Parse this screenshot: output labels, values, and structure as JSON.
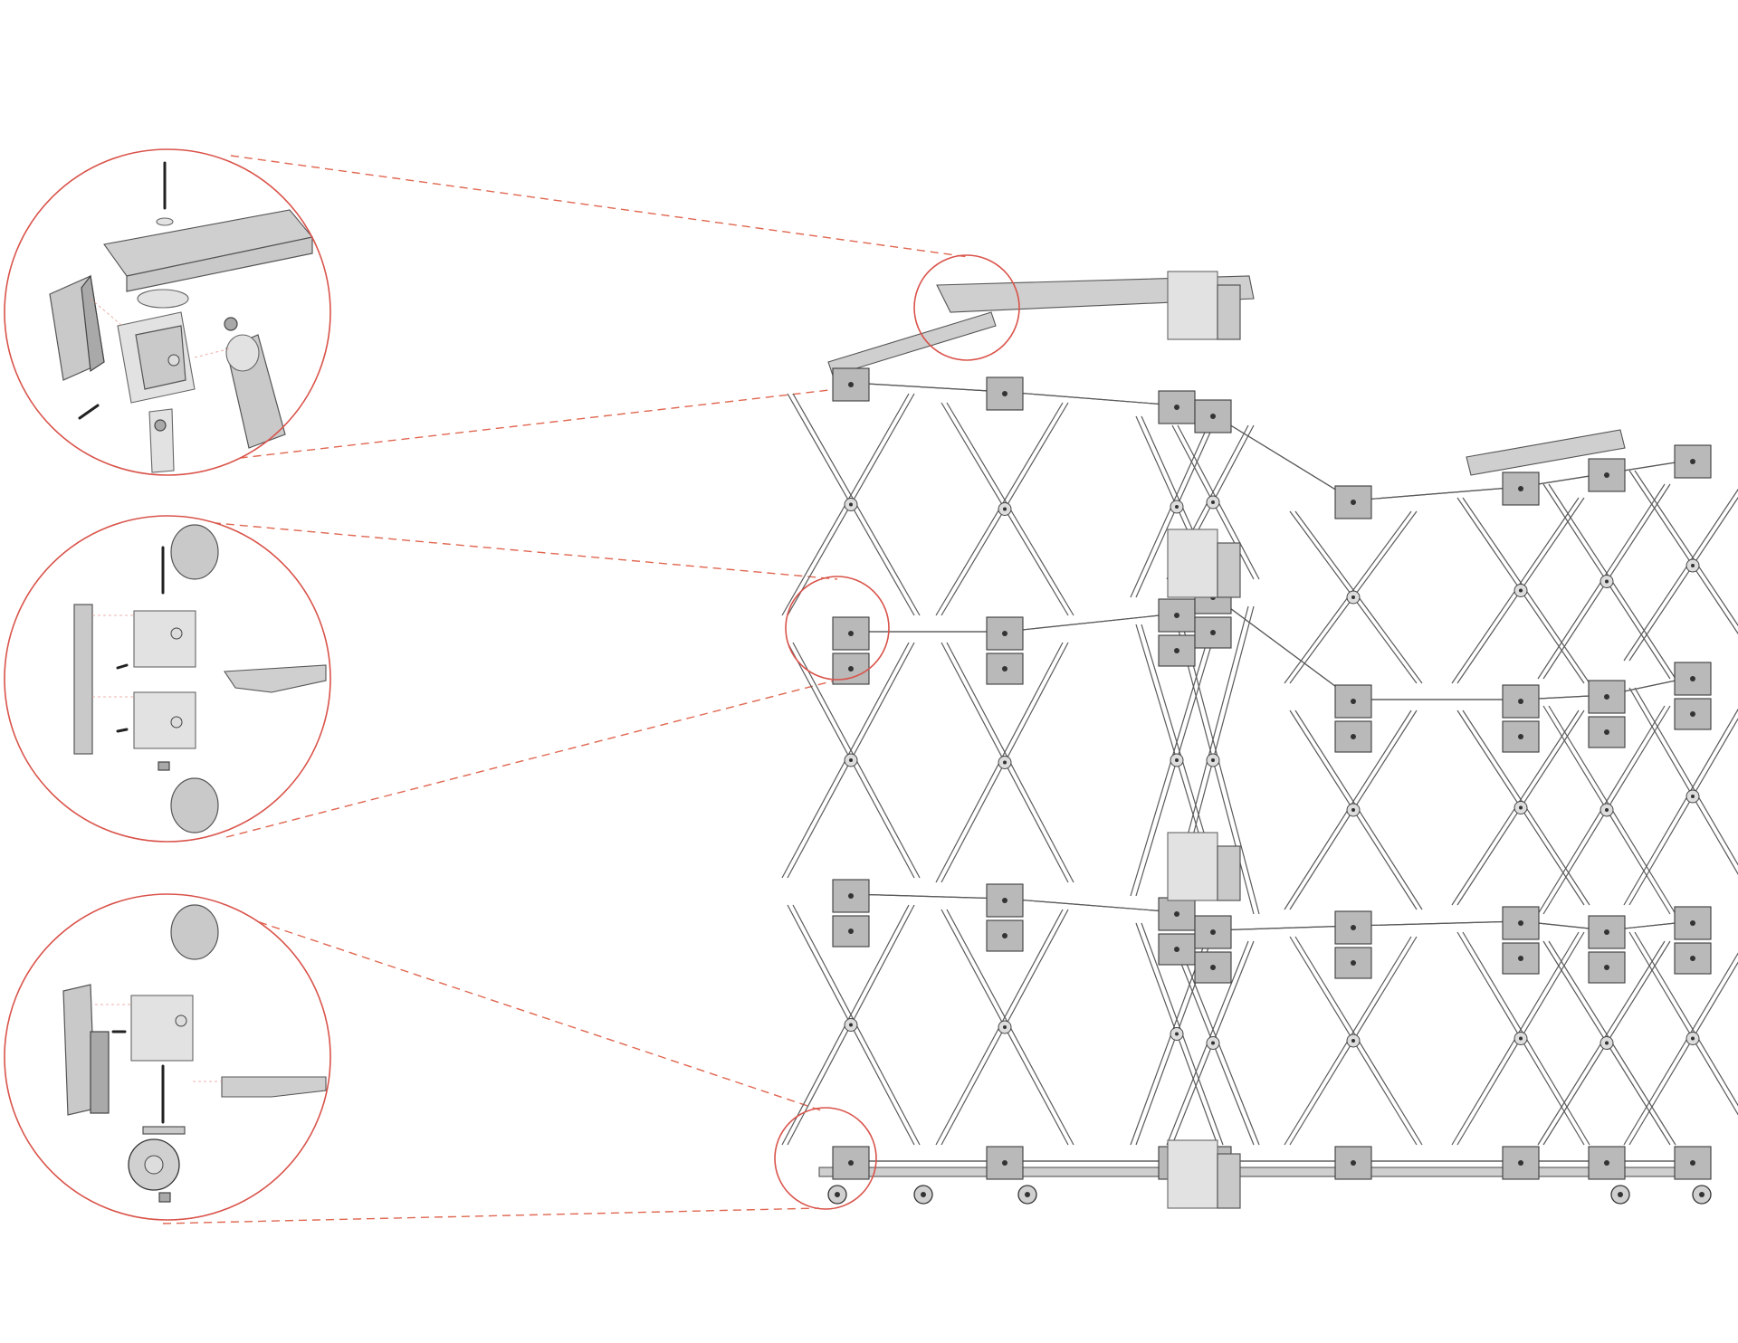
{
  "figure": {
    "kind": "exploded-assembly-diagram",
    "colors": {
      "leader": "#e06650",
      "detail_circle": "#d9534a",
      "part_fill": "#c9c9c9",
      "outline": "#444444",
      "background": "#ffffff"
    },
    "details": [
      {
        "id": "top-corner-joint",
        "parts": [
          "bolt",
          "washer",
          "top-beam",
          "side-panel",
          "joint-block",
          "pivot-arm",
          "hex-nut",
          "screw"
        ]
      },
      {
        "id": "mid-side-joint",
        "parts": [
          "bolt",
          "side-panel",
          "joint-block-upper",
          "joint-block-lower",
          "pivot-arm-upper",
          "pivot-arm-lower",
          "beam-plate",
          "screws"
        ]
      },
      {
        "id": "bottom-caster-joint",
        "parts": [
          "pivot-arm",
          "side-panel",
          "joint-block",
          "beam-plate",
          "threaded-rod",
          "caster-wheel",
          "hex-nut"
        ]
      }
    ],
    "structure": {
      "columns": 8,
      "joint_rows": 4,
      "casters": 6
    }
  }
}
